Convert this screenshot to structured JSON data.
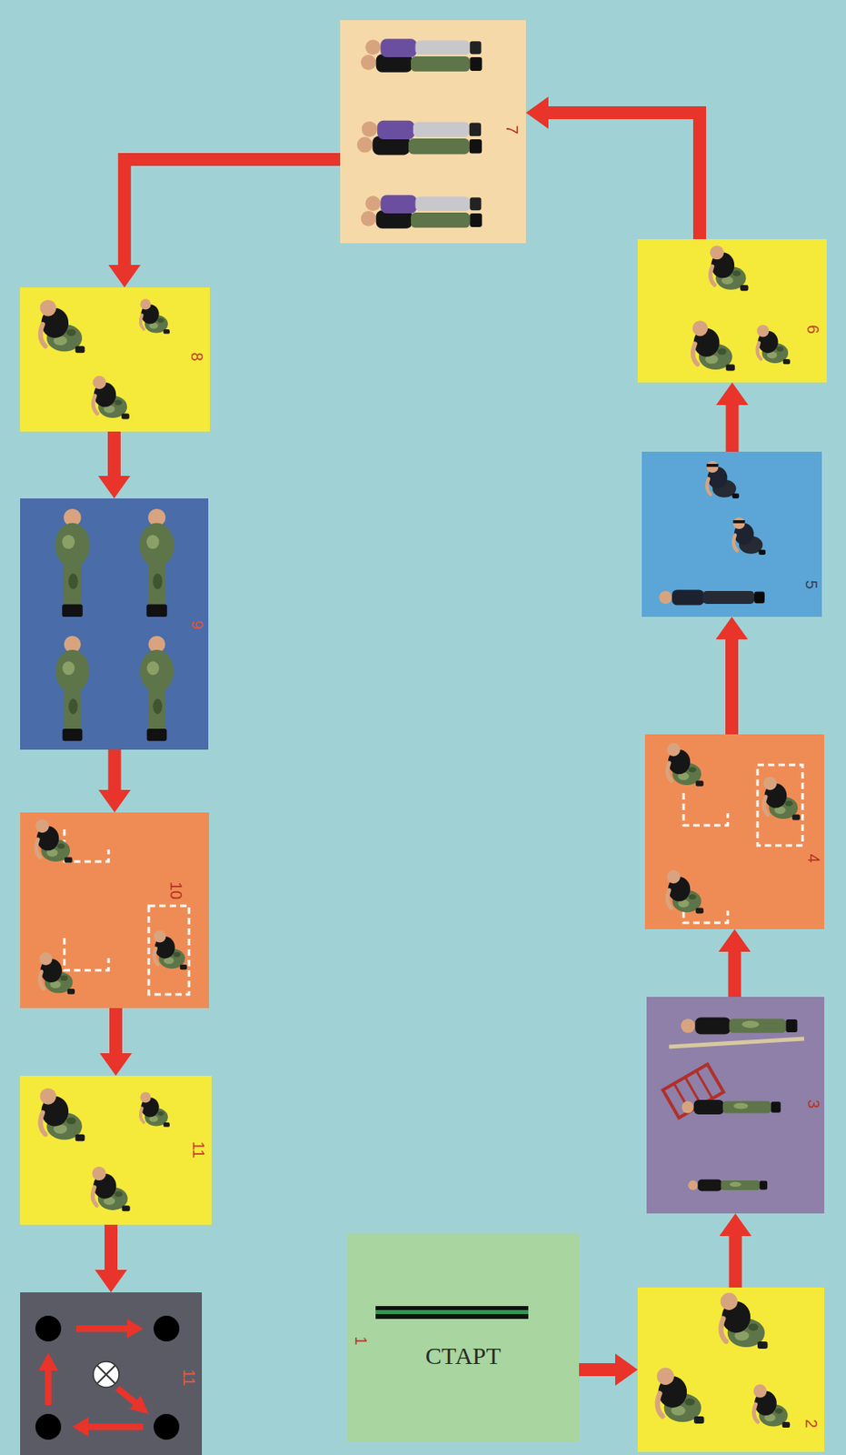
{
  "diagram": {
    "nodes": [
      {
        "text": [
          "1",
          "СТАРТ"
        ]
      },
      {
        "text": [
          "2"
        ]
      },
      {
        "text": [
          "3"
        ]
      },
      {
        "text": [
          "4"
        ]
      },
      {
        "text": [
          "5"
        ]
      },
      {
        "text": [
          "6"
        ]
      },
      {
        "text": [
          "7"
        ]
      },
      {
        "text": [
          "8"
        ]
      },
      {
        "text": [
          "9"
        ]
      },
      {
        "text": [
          "10"
        ]
      },
      {
        "text": [
          "11"
        ]
      },
      {
        "text": [
          "11"
        ]
      }
    ],
    "edges": [
      {
        "from": 0,
        "to": 1,
        "arrow": "to"
      },
      {
        "from": 1,
        "to": 2,
        "arrow": "to"
      },
      {
        "from": 2,
        "to": 3,
        "arrow": "to"
      },
      {
        "from": 3,
        "to": 4,
        "arrow": "to"
      },
      {
        "from": 4,
        "to": 5,
        "arrow": "to"
      },
      {
        "from": 5,
        "to": 6,
        "arrow": "to"
      },
      {
        "from": 6,
        "to": 7,
        "arrow": "to"
      },
      {
        "from": 7,
        "to": 8,
        "arrow": "to"
      },
      {
        "from": 8,
        "to": 9,
        "arrow": "to"
      },
      {
        "from": 9,
        "to": 10,
        "arrow": "to"
      },
      {
        "from": 10,
        "to": 11,
        "arrow": "to"
      }
    ]
  }
}
